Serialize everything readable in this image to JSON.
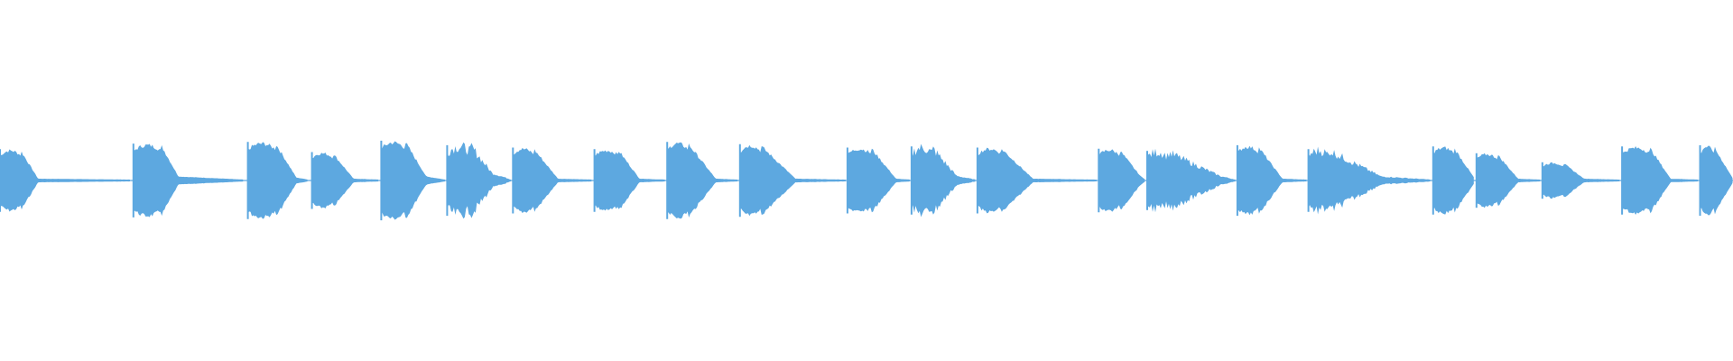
{
  "waveform": {
    "color": "#5DA8E0",
    "baseline_level": 0.004,
    "duration_fraction_start": 0.0,
    "duration_fraction_end": 1.0,
    "bursts": [
      {
        "start": 0.0,
        "attack": 0.012,
        "decay": 0.01,
        "peak": 0.55,
        "tail_level": 0.0,
        "tail_end": 0.075,
        "texture": "smooth"
      },
      {
        "start": 0.077,
        "attack": 0.016,
        "decay": 0.01,
        "peak": 0.65,
        "tail_level": 0.04,
        "tail_end": 0.141,
        "texture": "smooth"
      },
      {
        "start": 0.143,
        "attack": 0.016,
        "decay": 0.012,
        "peak": 0.68,
        "tail_level": 0.02,
        "tail_end": 0.178,
        "texture": "smooth"
      },
      {
        "start": 0.18,
        "attack": 0.012,
        "decay": 0.012,
        "peak": 0.5,
        "tail_level": 0.0,
        "tail_end": 0.219,
        "texture": "smooth"
      },
      {
        "start": 0.22,
        "attack": 0.014,
        "decay": 0.012,
        "peak": 0.7,
        "tail_level": 0.04,
        "tail_end": 0.257,
        "texture": "smooth"
      },
      {
        "start": 0.258,
        "attack": 0.014,
        "decay": 0.012,
        "peak": 0.62,
        "tail_level": 0.1,
        "tail_end": 0.295,
        "texture": "jagged"
      },
      {
        "start": 0.296,
        "attack": 0.012,
        "decay": 0.014,
        "peak": 0.58,
        "tail_level": 0.0,
        "tail_end": 0.342,
        "texture": "smooth"
      },
      {
        "start": 0.343,
        "attack": 0.014,
        "decay": 0.012,
        "peak": 0.55,
        "tail_level": 0.0,
        "tail_end": 0.384,
        "texture": "smooth"
      },
      {
        "start": 0.385,
        "attack": 0.012,
        "decay": 0.016,
        "peak": 0.68,
        "tail_level": 0.0,
        "tail_end": 0.426,
        "texture": "smooth"
      },
      {
        "start": 0.427,
        "attack": 0.012,
        "decay": 0.02,
        "peak": 0.64,
        "tail_level": 0.0,
        "tail_end": 0.488,
        "texture": "smooth"
      },
      {
        "start": 0.489,
        "attack": 0.014,
        "decay": 0.014,
        "peak": 0.58,
        "tail_level": 0.0,
        "tail_end": 0.525,
        "texture": "smooth"
      },
      {
        "start": 0.526,
        "attack": 0.012,
        "decay": 0.014,
        "peak": 0.6,
        "tail_level": 0.05,
        "tail_end": 0.563,
        "texture": "jagged"
      },
      {
        "start": 0.564,
        "attack": 0.014,
        "decay": 0.018,
        "peak": 0.58,
        "tail_level": 0.0,
        "tail_end": 0.633,
        "texture": "smooth"
      },
      {
        "start": 0.634,
        "attack": 0.012,
        "decay": 0.012,
        "peak": 0.56,
        "tail_level": 0.05,
        "tail_end": 0.661,
        "texture": "smooth"
      },
      {
        "start": 0.662,
        "attack": 0.012,
        "decay": 0.03,
        "peak": 0.52,
        "tail_level": 0.05,
        "tail_end": 0.713,
        "texture": "jagged"
      },
      {
        "start": 0.714,
        "attack": 0.012,
        "decay": 0.014,
        "peak": 0.62,
        "tail_level": 0.0,
        "tail_end": 0.754,
        "texture": "smooth"
      },
      {
        "start": 0.755,
        "attack": 0.012,
        "decay": 0.03,
        "peak": 0.55,
        "tail_level": 0.04,
        "tail_end": 0.826,
        "texture": "jagged"
      },
      {
        "start": 0.827,
        "attack": 0.012,
        "decay": 0.012,
        "peak": 0.6,
        "tail_level": 0.0,
        "tail_end": 0.851,
        "texture": "smooth"
      },
      {
        "start": 0.852,
        "attack": 0.012,
        "decay": 0.012,
        "peak": 0.48,
        "tail_level": 0.0,
        "tail_end": 0.889,
        "texture": "smooth"
      },
      {
        "start": 0.89,
        "attack": 0.012,
        "decay": 0.012,
        "peak": 0.32,
        "tail_level": 0.0,
        "tail_end": 0.935,
        "texture": "smooth"
      },
      {
        "start": 0.936,
        "attack": 0.016,
        "decay": 0.012,
        "peak": 0.6,
        "tail_level": 0.0,
        "tail_end": 0.98,
        "texture": "smooth"
      },
      {
        "start": 0.981,
        "attack": 0.008,
        "decay": 0.011,
        "peak": 0.62,
        "tail_level": 0.0,
        "tail_end": 1.0,
        "texture": "smooth"
      }
    ]
  }
}
